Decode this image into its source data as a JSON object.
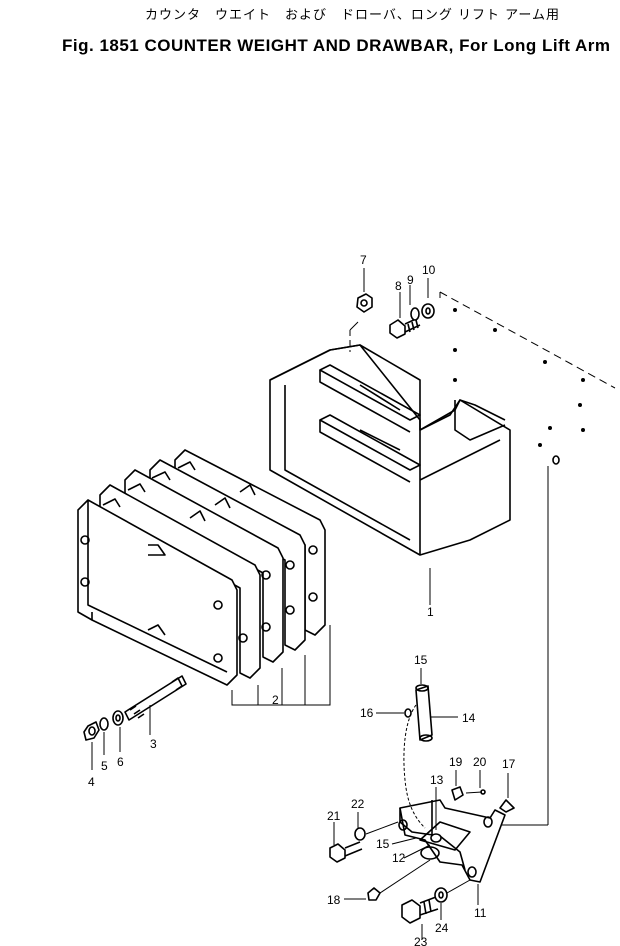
{
  "title": {
    "japanese": "カウンタ　ウエイト　および　ドローバ、ロング リフト アーム用",
    "english": "Fig. 1851  COUNTER WEIGHT AND DRAWBAR, For Long Lift Arm"
  },
  "callouts": [
    "1",
    "2",
    "3",
    "4",
    "5",
    "6",
    "7",
    "8",
    "9",
    "10",
    "11",
    "12",
    "13",
    "14",
    "15",
    "15",
    "16",
    "17",
    "18",
    "19",
    "20",
    "21",
    "22",
    "23",
    "24"
  ]
}
